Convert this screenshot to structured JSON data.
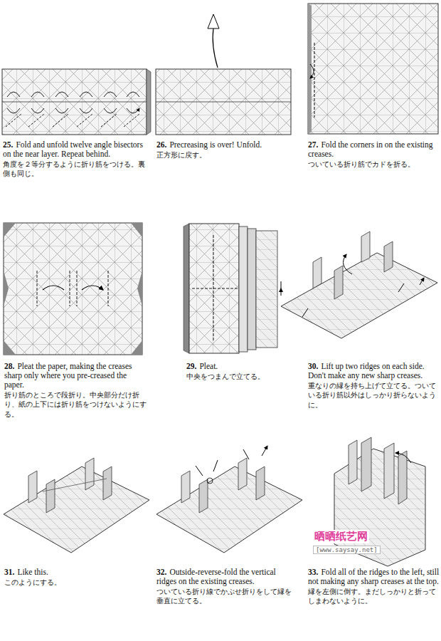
{
  "diagram": {
    "labels": [
      "25.",
      "Fold and unfold twelve angle bisectors on the near layer. Repeat behind.",
      "角度を２等分するように折り筋をつける。裏側も同じ。",
      "26.",
      "Precreasing is over! Unfold.",
      "正方形に戻す。",
      "27.",
      "Fold the corners in on the existing creases.",
      "ついている折り筋でカドを折る。",
      "28.",
      "Pleat the paper, making the creases sharp only where you pre-creased the paper.",
      "折り筋のところで段折り。中央部分だけ折り、紙の上下には折り筋をつけないようにする。",
      "29.",
      "Pleat.",
      "中央をつまんで立てる。",
      "30.",
      "Lift up two ridges on each side. Don't make any new sharp creases.",
      "重なりの縁を持ち上げて立てる。ついている折り筋以外はしっかり折らないように。",
      "31.",
      "Like this.",
      "このようにする。",
      "32.",
      "Outside-reverse-fold the vertical ridges on the existing creases.",
      "ついている折り線でかぶせ折りをして縁を垂直に立てる。",
      "33.",
      "Fold all of the ridges to the left, still not making any sharp creases at the top.",
      "縁を左側に倒す。まだしっかりと折ってしまわないように。",
      "晒晒纸艺网",
      "[www.saysay.net]"
    ]
  }
}
